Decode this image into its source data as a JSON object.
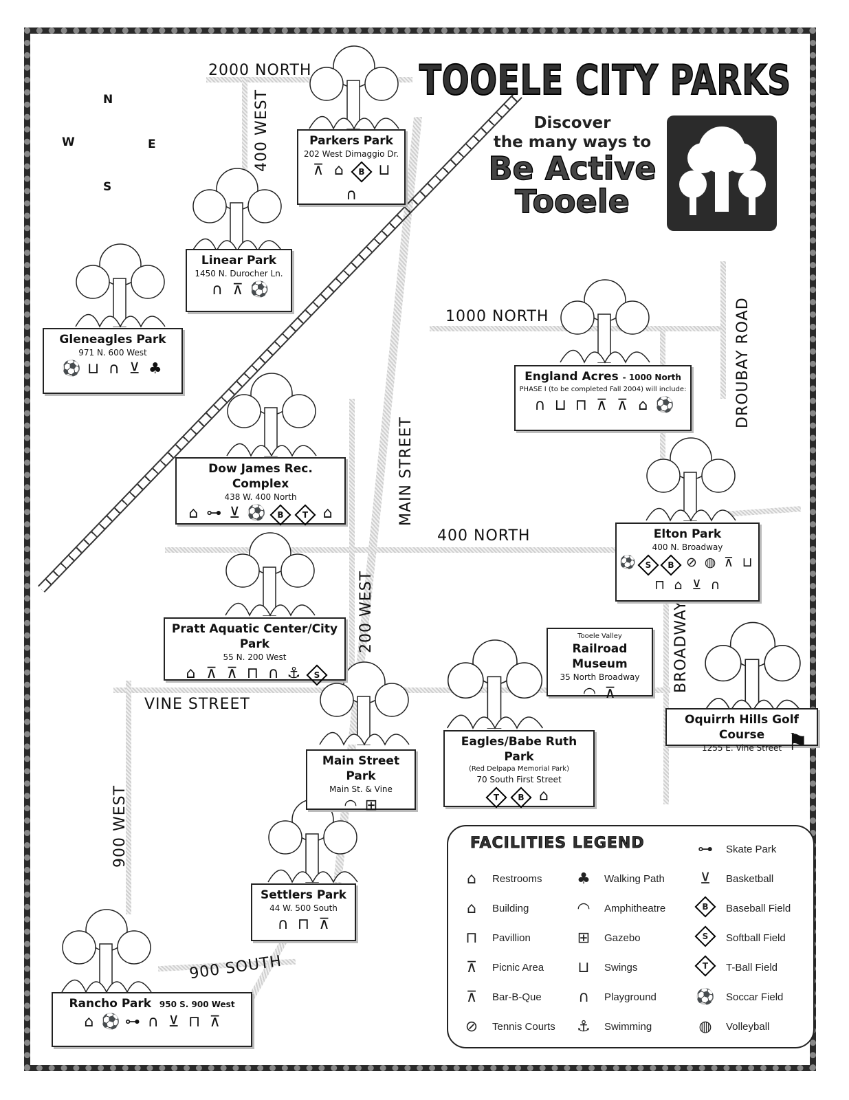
{
  "title": "TOOELE CITY PARKS",
  "tagline": {
    "line1": "Discover",
    "line2": "the many ways to",
    "line3": "Be Active",
    "line4": "Tooele"
  },
  "logo_icon": "tree-logo-icon",
  "compass": {
    "n": "N",
    "s": "S",
    "e": "E",
    "w": "W"
  },
  "roads": {
    "r2000n": "2000 NORTH",
    "r400w": "400 WEST",
    "r1000n": "1000 NORTH",
    "main": "MAIN STREET",
    "r400n": "400 NORTH",
    "r200w": "200 WEST",
    "droubay": "DROUBAY ROAD",
    "broadway": "BROADWAY",
    "vine": "VINE STREET",
    "r900w": "900 WEST",
    "r900s": "900 SOUTH"
  },
  "parks": {
    "parkers": {
      "name": "Parkers Park",
      "address": "202 West Dimaggio Dr.",
      "icons": [
        "picnic-area",
        "restrooms",
        "baseball-field",
        "swings",
        "playground"
      ]
    },
    "linear": {
      "name": "Linear Park",
      "address": "1450 N. Durocher Ln.",
      "icons": [
        "playground",
        "picnic-area",
        "soccer-field"
      ]
    },
    "gleneagles": {
      "name": "Gleneagles Park",
      "address": "971 N. 600 West",
      "icons": [
        "soccer-field",
        "swings",
        "playground",
        "basketball",
        "walking-path"
      ]
    },
    "dowjames": {
      "name": "Dow James Rec. Complex",
      "address": "438 W. 400 North",
      "icons": [
        "building",
        "restrooms",
        "skate-park",
        "basketball",
        "soccer-field",
        "baseball-field",
        "t-ball-field"
      ]
    },
    "pratt": {
      "name": "Pratt Aquatic Center/City Park",
      "address": "55 N. 200 West",
      "icons": [
        "restrooms",
        "bar-b-que",
        "picnic-area",
        "pavillion",
        "playground",
        "swimming",
        "softball-field"
      ]
    },
    "england": {
      "name": "England Acres",
      "name_suffix": "- 1000 North",
      "note": "PHASE I (to be completed Fall 2004) will include:",
      "icons": [
        "playground",
        "swings",
        "pavillion",
        "picnic-area",
        "bar-b-que",
        "restrooms",
        "soccer-field"
      ]
    },
    "elton": {
      "name": "Elton Park",
      "address": "400 N. Broadway",
      "icons": [
        "soccer-field",
        "softball-field",
        "baseball-field",
        "tennis-courts",
        "volleyball",
        "picnic-area",
        "swings",
        "pavillion",
        "restrooms",
        "basketball",
        "playground"
      ]
    },
    "railroad": {
      "pre": "Tooele Valley",
      "name": "Railroad Museum",
      "address": "35 North Broadway",
      "icons": [
        "amphitheatre",
        "picnic-area"
      ]
    },
    "golf": {
      "name": "Oquirrh Hills Golf Course",
      "address": "1255 E. Vine Street",
      "icons": [
        "golf-flag"
      ]
    },
    "mainstreet": {
      "name": "Main Street Park",
      "address": "Main St. & Vine",
      "icons": [
        "amphitheatre",
        "gazebo"
      ]
    },
    "eagles": {
      "name": "Eagles/Babe Ruth Park",
      "sub": "(Red Delpapa Memorial Park)",
      "address": "70 South First Street",
      "icons": [
        "t-ball-field",
        "baseball-field",
        "restrooms"
      ]
    },
    "settlers": {
      "name": "Settlers Park",
      "address": "44 W. 500 South",
      "icons": [
        "playground",
        "pavillion",
        "picnic-area"
      ]
    },
    "rancho": {
      "name": "Rancho Park",
      "address": "950 S. 900 West",
      "icons": [
        "restrooms",
        "soccer-field",
        "skate-park",
        "playground",
        "basketball",
        "pavillion",
        "picnic-area"
      ]
    }
  },
  "legend": {
    "title": "FACILITIES LEGEND",
    "col1": [
      {
        "icon": "restrooms",
        "label": "Restrooms"
      },
      {
        "icon": "building",
        "label": "Building"
      },
      {
        "icon": "pavillion",
        "label": "Pavillion"
      },
      {
        "icon": "picnic-area",
        "label": "Picnic Area"
      },
      {
        "icon": "bar-b-que",
        "label": "Bar-B-Que"
      },
      {
        "icon": "tennis-courts",
        "label": "Tennis Courts"
      }
    ],
    "col2": [
      {
        "icon": "walking-path",
        "label": "Walking Path"
      },
      {
        "icon": "amphitheatre",
        "label": "Amphitheatre"
      },
      {
        "icon": "gazebo",
        "label": "Gazebo"
      },
      {
        "icon": "swings",
        "label": "Swings"
      },
      {
        "icon": "playground",
        "label": "Playground"
      },
      {
        "icon": "swimming",
        "label": "Swimming"
      }
    ],
    "col3": [
      {
        "icon": "skate-park",
        "label": "Skate Park"
      },
      {
        "icon": "basketball",
        "label": "Basketball"
      },
      {
        "icon": "baseball-field",
        "label": "Baseball Field"
      },
      {
        "icon": "softball-field",
        "label": "Softball Field"
      },
      {
        "icon": "t-ball-field",
        "label": "T-Ball Field"
      },
      {
        "icon": "soccer-field",
        "label": "Soccar Field"
      },
      {
        "icon": "volleyball",
        "label": "Volleyball"
      }
    ]
  },
  "glyphs": {
    "restrooms": "⌂",
    "building": "⌂",
    "pavillion": "⊓",
    "picnic-area": "⊼",
    "bar-b-que": "⊼",
    "tennis-courts": "⊘",
    "walking-path": "♣",
    "amphitheatre": "◠",
    "gazebo": "⊞",
    "swings": "⊔",
    "playground": "∩",
    "swimming": "⚓",
    "skate-park": "⊶",
    "basketball": "⊻",
    "soccer-field": "⚽",
    "volleyball": "◍",
    "golf-flag": "⚑",
    "baseball-field": "B",
    "softball-field": "S",
    "t-ball-field": "T"
  }
}
